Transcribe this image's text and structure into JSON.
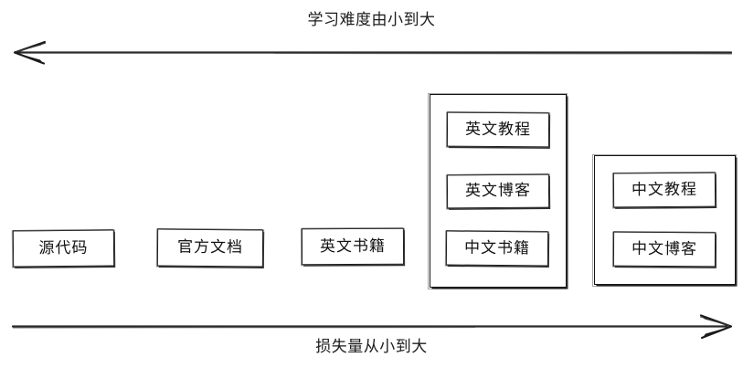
{
  "diagram": {
    "title_top": "学习难度由小到大",
    "title_bottom": "损失量从小到大",
    "axes": {
      "top": {
        "label": "学习难度由小到大",
        "direction": "left",
        "icon": "arrow-left-icon"
      },
      "bottom": {
        "label": "损失量从小到大",
        "direction": "right",
        "icon": "arrow-right-icon"
      }
    },
    "standalone_nodes": [
      {
        "label": "源代码"
      },
      {
        "label": "官方文档"
      },
      {
        "label": "英文书籍"
      }
    ],
    "groups": [
      {
        "name": "group-1",
        "items": [
          {
            "label": "英文教程"
          },
          {
            "label": "英文博客"
          },
          {
            "label": "中文书籍"
          }
        ]
      },
      {
        "name": "group-2",
        "items": [
          {
            "label": "中文教程"
          },
          {
            "label": "中文博客"
          }
        ]
      }
    ],
    "colors": {
      "stroke": "#141414",
      "text": "#131313",
      "background": "#ffffff"
    }
  }
}
